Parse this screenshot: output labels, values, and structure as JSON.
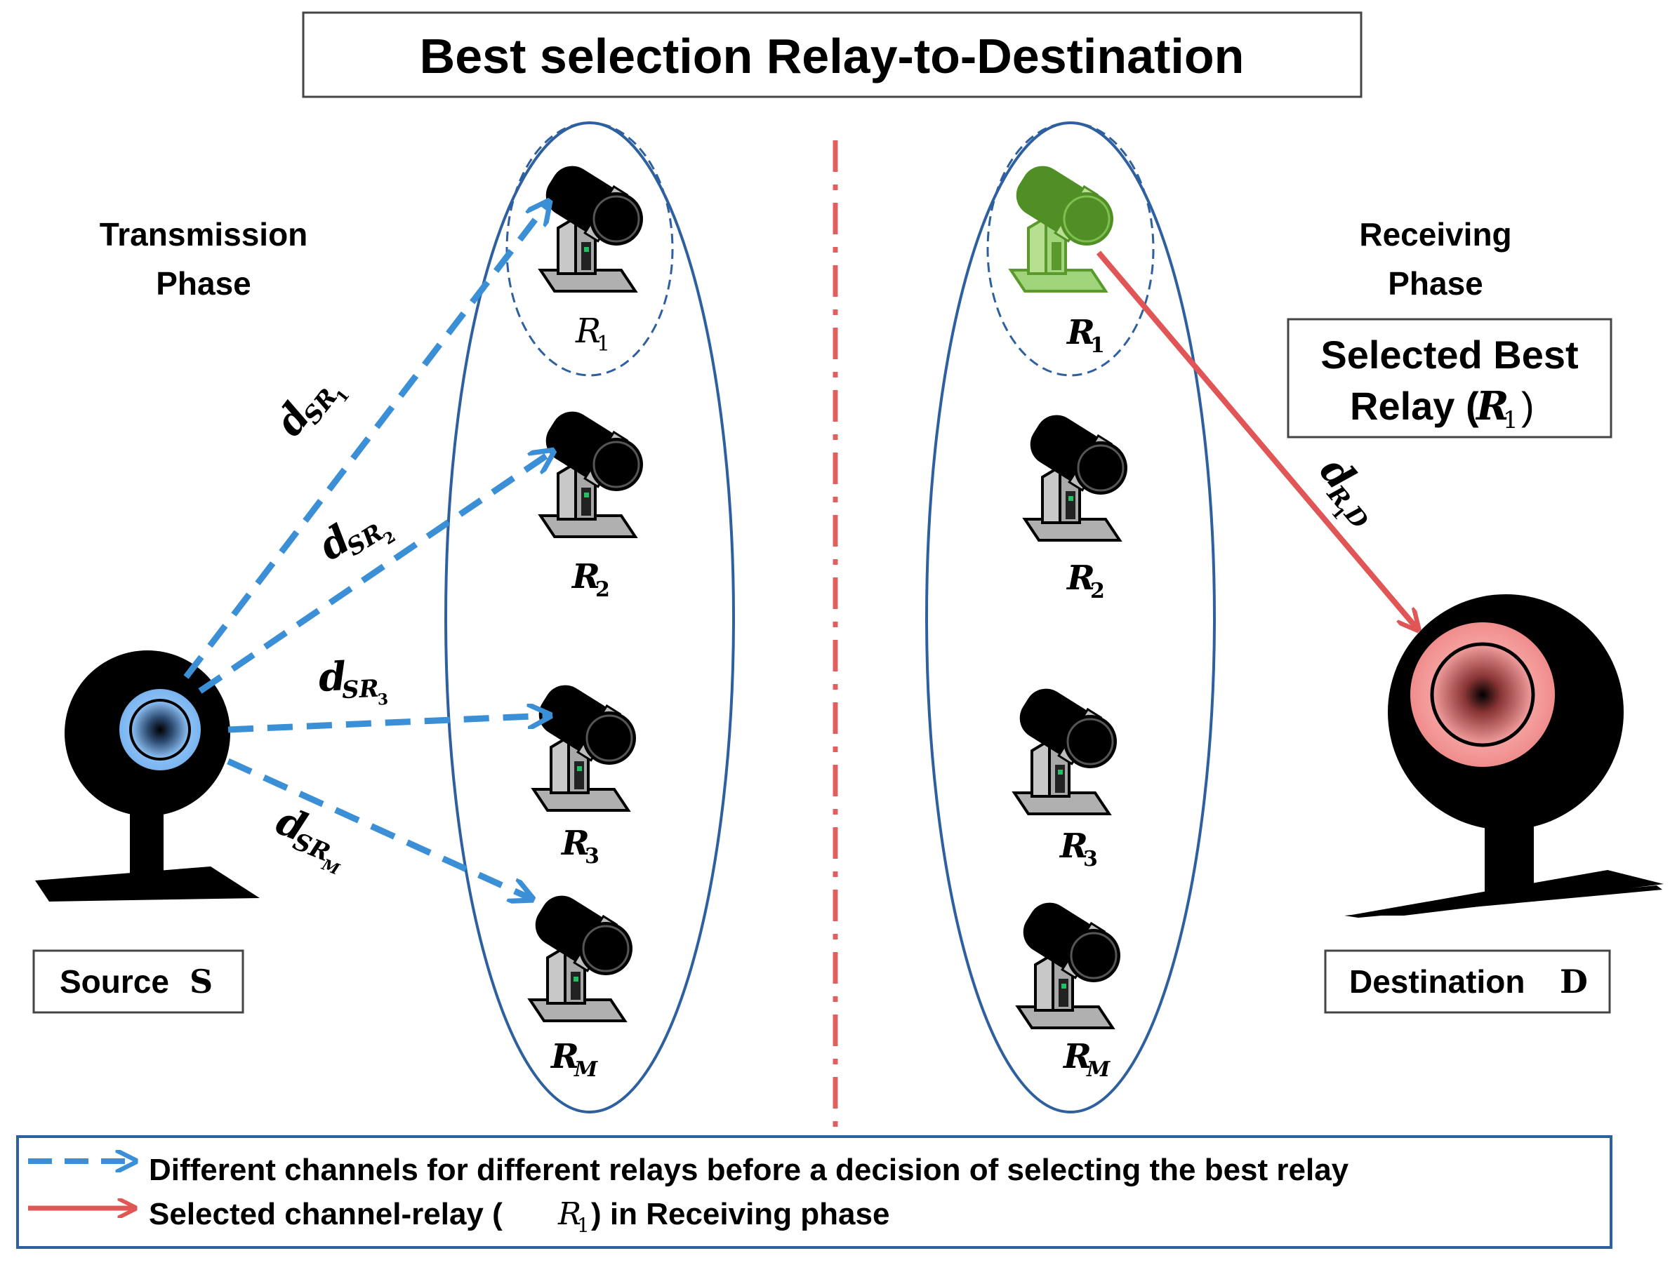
{
  "title": "Best selection Relay-to-Destination",
  "left_panel": {
    "phase_label_line1": "Transmission",
    "phase_label_line2": "Phase",
    "source_label": "Source",
    "source_symbol": "S",
    "relays": [
      {
        "letter": "R",
        "sub": "1"
      },
      {
        "letter": "R",
        "sub": "2"
      },
      {
        "letter": "R",
        "sub": "3"
      },
      {
        "letter": "R",
        "sub": "M"
      }
    ],
    "channel_labels": [
      {
        "main": "d",
        "sub": "SR",
        "subsub": "1"
      },
      {
        "main": "d",
        "sub": "SR",
        "subsub": "2"
      },
      {
        "main": "d",
        "sub": "SR",
        "subsub": "3"
      },
      {
        "main": "d",
        "sub": "SR",
        "subsub": "M"
      }
    ]
  },
  "right_panel": {
    "phase_label_line1": "Receiving",
    "phase_label_line2": "Phase",
    "selected_box_line1": "Selected Best",
    "selected_box_line2_prefix": "Relay (",
    "selected_box_line2_letter": "R",
    "selected_box_line2_sub": "1",
    "selected_box_line2_suffix": ")",
    "destination_label": "Destination",
    "destination_symbol": "D",
    "relays": [
      {
        "letter": "R",
        "sub": "1"
      },
      {
        "letter": "R",
        "sub": "2"
      },
      {
        "letter": "R",
        "sub": "3"
      },
      {
        "letter": "R",
        "sub": "M"
      }
    ],
    "selected_channel_label": {
      "main": "d",
      "sub": "R",
      "subsub": "1",
      "tail": "D"
    }
  },
  "legend": {
    "dashed_text": "Different channels for different relays before a decision of selecting the best relay",
    "solid_text_prefix": "Selected channel-relay (",
    "solid_text_letter": "R",
    "solid_text_sub": "1",
    "solid_text_suffix": ") in Receiving phase"
  },
  "colors": {
    "dashed_arrow": "#3b8fd6",
    "selected_arrow": "#e05555",
    "ellipse": "#2e5f9e",
    "divider": "#e06060",
    "selected_relay": "#5a9a2c",
    "source_lens": "#7ab4f0",
    "destination_lens": "#f08c8c"
  }
}
